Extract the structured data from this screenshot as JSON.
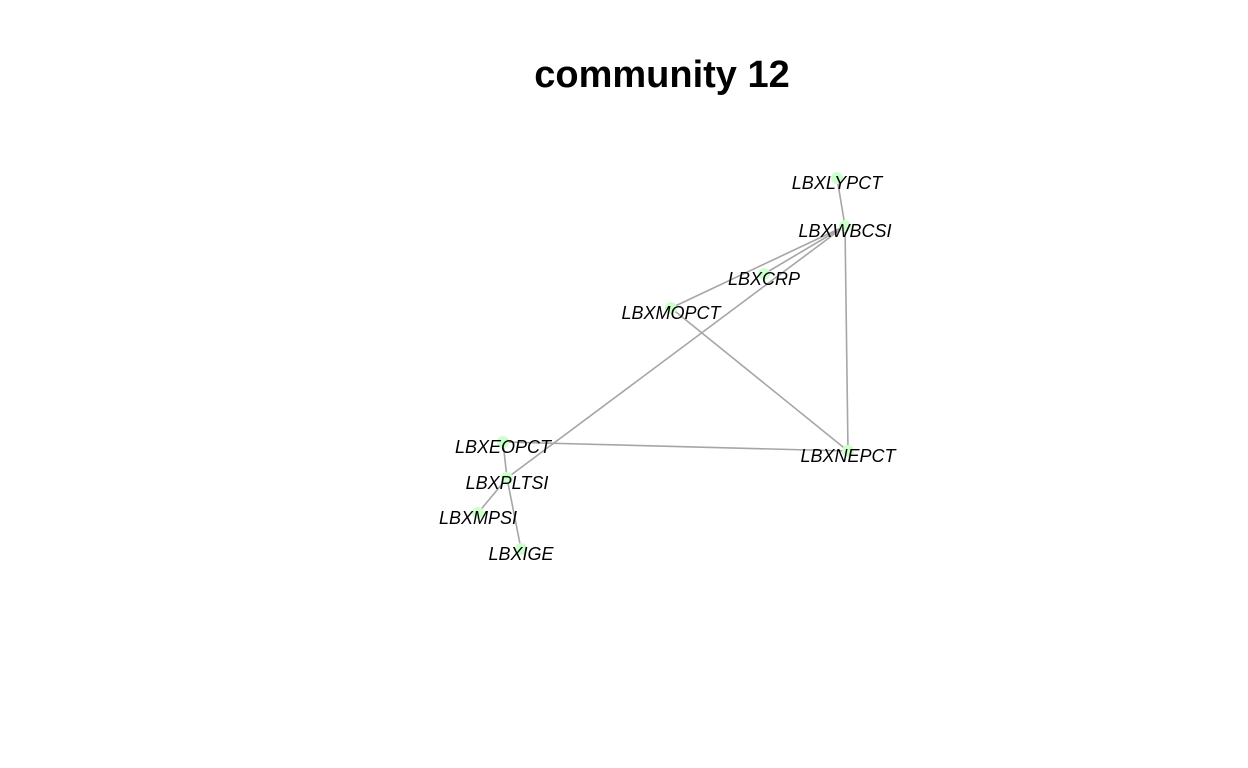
{
  "title": "community 12",
  "colors": {
    "node": "#ccffcc",
    "edge": "#a6a6a6",
    "label": "#000000"
  },
  "graph": {
    "nodes": [
      {
        "id": "LBXLYPCT",
        "label": "LBXLYPCT"
      },
      {
        "id": "LBXWBCSI",
        "label": "LBXWBCSI"
      },
      {
        "id": "LBXCRP",
        "label": "LBXCRP"
      },
      {
        "id": "LBXMOPCT",
        "label": "LBXMOPCT"
      },
      {
        "id": "LBXEOPCT",
        "label": "LBXEOPCT"
      },
      {
        "id": "LBXNEPCT",
        "label": "LBXNEPCT"
      },
      {
        "id": "LBXPLTSI",
        "label": "LBXPLTSI"
      },
      {
        "id": "LBXMPSI",
        "label": "LBXMPSI"
      },
      {
        "id": "LBXIGE",
        "label": "LBXIGE"
      }
    ],
    "edges": [
      {
        "source": "LBXLYPCT",
        "target": "LBXWBCSI"
      },
      {
        "source": "LBXWBCSI",
        "target": "LBXCRP"
      },
      {
        "source": "LBXWBCSI",
        "target": "LBXMOPCT"
      },
      {
        "source": "LBXWBCSI",
        "target": "LBXPLTSI"
      },
      {
        "source": "LBXWBCSI",
        "target": "LBXNEPCT"
      },
      {
        "source": "LBXMOPCT",
        "target": "LBXNEPCT"
      },
      {
        "source": "LBXEOPCT",
        "target": "LBXNEPCT"
      },
      {
        "source": "LBXEOPCT",
        "target": "LBXPLTSI"
      },
      {
        "source": "LBXPLTSI",
        "target": "LBXMPSI"
      },
      {
        "source": "LBXPLTSI",
        "target": "LBXIGE"
      }
    ]
  }
}
